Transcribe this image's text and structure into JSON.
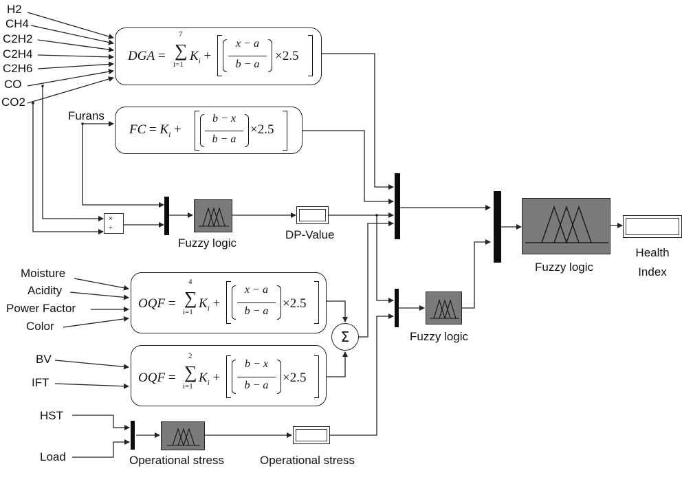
{
  "inputs": {
    "h2": "H2",
    "ch4": "CH4",
    "c2h2": "C2H2",
    "c2h4": "C2H4",
    "c2h6": "C2H6",
    "co": "CO",
    "co2": "CO2",
    "furans": "Furans",
    "moisture": "Moisture",
    "acidity": "Acidity",
    "power_factor": "Power Factor",
    "color": "Color",
    "bv": "BV",
    "ift": "IFT",
    "hst": "HST",
    "load": "Load"
  },
  "formulas": {
    "dga": {
      "lhs": "DGA",
      "upper": "7",
      "lower": "i=1",
      "term": "K",
      "num": "x − a",
      "den": "b − a",
      "mult": "×2.5"
    },
    "fc": {
      "lhs": "FC",
      "term": "K",
      "num": "b − x",
      "den": "b − a",
      "mult": "×2.5"
    },
    "oqf1": {
      "lhs": "OQF",
      "upper": "4",
      "lower": "i=1",
      "term": "K",
      "num": "x − a",
      "den": "b − a",
      "mult": "×2.5"
    },
    "oqf2": {
      "lhs": "OQF",
      "upper": "2",
      "lower": "i=1",
      "term": "K",
      "num": "b − x",
      "den": "b − a",
      "mult": "×2.5"
    }
  },
  "blocks": {
    "fuzzy_1": "Fuzzy logic",
    "dp_value": "DP-Value",
    "fuzzy_2": "Fuzzy logic",
    "fuzzy_main": "Fuzzy logic",
    "health_index": [
      "Health",
      "Index"
    ],
    "operational_stress_fuzzy": "Operational stress",
    "operational_stress_display": "Operational stress"
  },
  "symbols": {
    "sum": "Σ",
    "multiply": "×",
    "divide": "÷"
  },
  "colors": {
    "fuzzy_fill": "#7a7a7a",
    "mux": "#0d0d0d",
    "line": "#222222"
  }
}
